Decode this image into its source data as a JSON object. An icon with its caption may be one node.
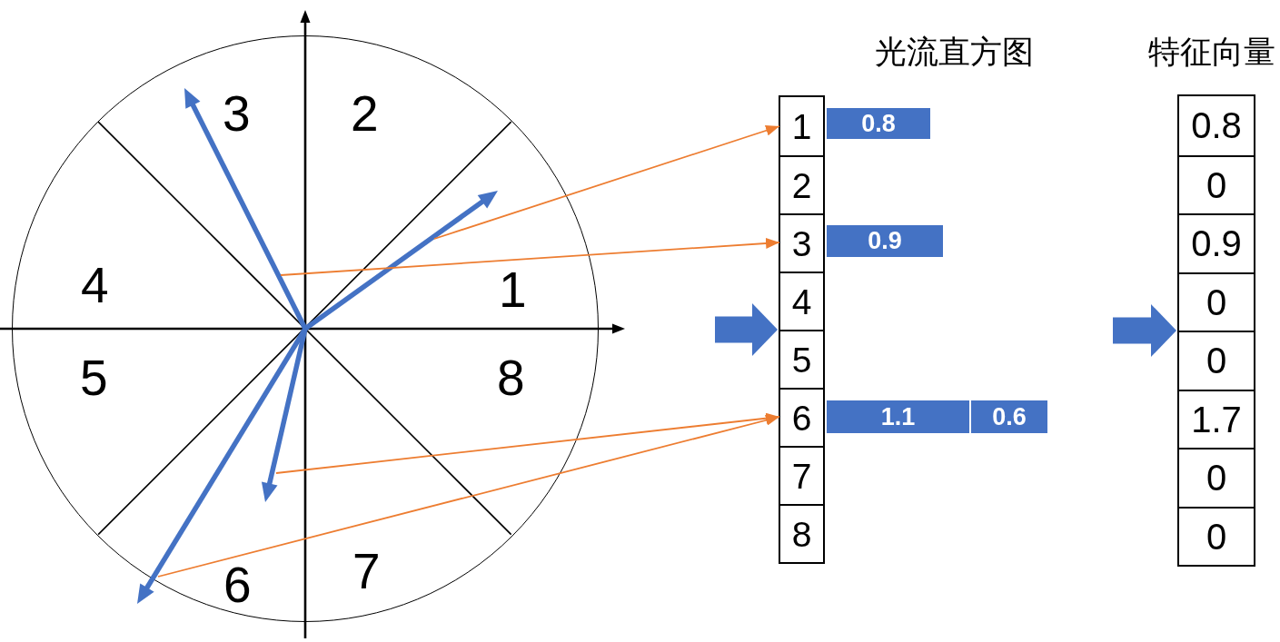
{
  "diagram": {
    "nodes": [
      {
        "text": [
          "3",
          "2",
          "4",
          "1",
          "5",
          "8",
          "6",
          "7"
        ]
      },
      {
        "text": [
          "光流直方图"
        ]
      },
      {
        "text": [
          "1"
        ],
        "in": 1
      },
      {
        "text": [
          "2"
        ],
        "in": 1
      },
      {
        "text": [
          "3"
        ],
        "in": 1
      },
      {
        "text": [
          "4"
        ],
        "in": 1
      },
      {
        "text": [
          "5"
        ],
        "in": 1
      },
      {
        "text": [
          "6"
        ],
        "in": 1
      },
      {
        "text": [
          "7"
        ],
        "in": 1
      },
      {
        "text": [
          "8"
        ],
        "in": 1
      },
      {
        "text": [
          "0.8"
        ]
      },
      {
        "text": [
          "0.9"
        ]
      },
      {
        "text": [
          "1.1"
        ]
      },
      {
        "text": [
          "0.6"
        ]
      },
      {
        "text": [
          "特征向量"
        ]
      },
      {
        "text": [
          "0.8"
        ],
        "in": 14
      },
      {
        "text": [
          "0"
        ],
        "in": 14
      },
      {
        "text": [
          "0.9"
        ],
        "in": 14
      },
      {
        "text": [
          "0"
        ],
        "in": 14
      },
      {
        "text": [
          "0"
        ],
        "in": 14
      },
      {
        "text": [
          "1.7"
        ],
        "in": 14
      },
      {
        "text": [
          "0"
        ],
        "in": 14
      },
      {
        "text": [
          "0"
        ],
        "in": 14
      }
    ],
    "edges": [
      {
        "from": 0,
        "to": 2,
        "arrow": "to"
      },
      {
        "from": 0,
        "to": 4,
        "arrow": "to"
      },
      {
        "from": 0,
        "to": 7,
        "arrow": "to"
      },
      {
        "from": 0,
        "to": 7,
        "arrow": "to"
      },
      {
        "from": null,
        "to": 1,
        "arrow": "to",
        "style": "thick",
        "color": "#4472c4"
      },
      {
        "from": null,
        "to": 14,
        "arrow": "to",
        "style": "thick",
        "color": "#4472c4"
      }
    ]
  }
}
